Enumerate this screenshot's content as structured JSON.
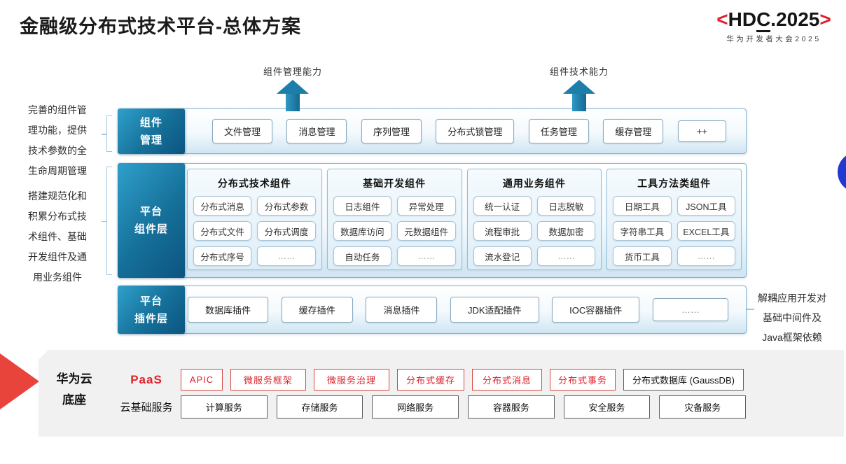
{
  "title": "金融级分布式技术平台-总体方案",
  "logo": {
    "open": "<",
    "hd": "HD",
    "c": "C",
    "rest": ".2025",
    "close": ">",
    "subtitle": "华为开发者大会2025"
  },
  "capabilities": {
    "management": "组件管理能力",
    "technical": "组件技术能力"
  },
  "left_notes": {
    "note1": "完善的组件管理功能，提供技术参数的全生命周期管理",
    "note2": "搭建规范化和积累分布式技术组件、基础开发组件及通用业务组件"
  },
  "right_note": "解耦应用开发对基础中间件及Java框架依赖",
  "rows": {
    "mgmt": {
      "label": "组件\n管理",
      "items": [
        "文件管理",
        "消息管理",
        "序列管理",
        "分布式锁管理",
        "任务管理",
        "缓存管理",
        "++"
      ]
    },
    "components": {
      "label": "平台\n组件层",
      "groups": [
        {
          "title": "分布式技术组件",
          "items": [
            "分布式消息",
            "分布式参数",
            "分布式文件",
            "分布式调度",
            "分布式序号",
            "……"
          ]
        },
        {
          "title": "基础开发组件",
          "items": [
            "日志组件",
            "异常处理",
            "数据库访问",
            "元数据组件",
            "自动任务",
            "……"
          ]
        },
        {
          "title": "通用业务组件",
          "items": [
            "统一认证",
            "日志脱敏",
            "流程审批",
            "数据加密",
            "流水登记",
            "……"
          ]
        },
        {
          "title": "工具方法类组件",
          "items": [
            "日期工具",
            "JSON工具",
            "字符串工具",
            "EXCEL工具",
            "货币工具",
            "……"
          ]
        }
      ]
    },
    "plugins": {
      "label": "平台\n插件层",
      "items": [
        "数据库插件",
        "缓存插件",
        "消息插件",
        "JDK适配插件",
        "IOC容器插件",
        "……"
      ]
    }
  },
  "foundation": {
    "label": "华为云\n底座",
    "paas": {
      "label": "PaaS",
      "items": [
        "APIC",
        "微服务框架",
        "微服务治理",
        "分布式缓存",
        "分布式消息",
        "分布式事务"
      ],
      "db_item": "分布式数据库 (GaussDB)"
    },
    "iaas": {
      "label": "云基础服务",
      "items": [
        "计算服务",
        "存储服务",
        "网络服务",
        "容器服务",
        "安全服务",
        "灾备服务"
      ]
    }
  },
  "colors": {
    "label_gradient_start": "#2fa0cb",
    "label_gradient_end": "#0c5480",
    "row_border": "#7fb3d3",
    "arrow_teal": "#1d7ea9",
    "logo_red": "#e0202d",
    "paas_red": "#d9232d",
    "red_wedge": "#e8443c",
    "blue_circle": "#2337d4",
    "foundation_gray": "#f1f1f2"
  }
}
